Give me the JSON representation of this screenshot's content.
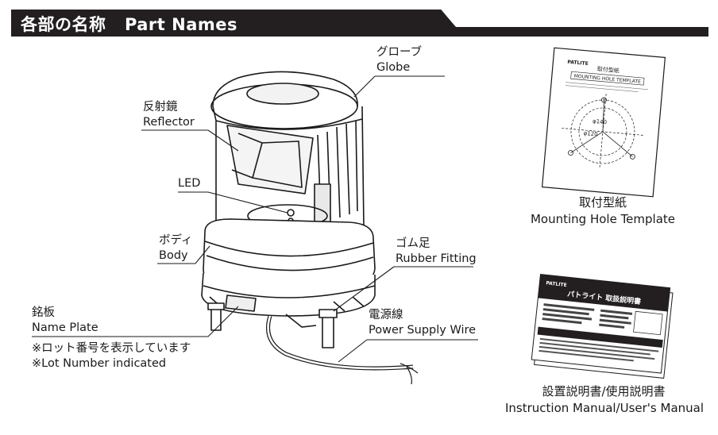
{
  "header": {
    "title_ja": "各部の名称",
    "title_en": "Part Names"
  },
  "labels": {
    "globe": {
      "ja": "グローブ",
      "en": "Globe"
    },
    "reflector": {
      "ja": "反射鏡",
      "en": "Reflector"
    },
    "led": {
      "en": "LED"
    },
    "body": {
      "ja": "ボディ",
      "en": "Body"
    },
    "rubber": {
      "ja": "ゴム足",
      "en": "Rubber Fitting"
    },
    "nameplate": {
      "ja": "銘板",
      "en": "Name Plate"
    },
    "wire": {
      "ja": "電源線",
      "en": "Power Supply Wire"
    }
  },
  "note": {
    "ja": "※ロット番号を表示しています",
    "en": "※Lot Number indicated"
  },
  "template": {
    "caption_ja": "取付型紙",
    "caption_en": "Mounting Hole Template",
    "sheet": {
      "brand": "PATLITE",
      "title_ja": "取付型紙",
      "title_en": "MOUNTING HOLE TEMPLATE",
      "dim1": "φ140",
      "dim2": "φ120"
    }
  },
  "manual": {
    "caption": "設置説明書/使用説明書",
    "caption_en": "Instruction Manual/User's Manual",
    "cover": {
      "brand": "PATLITE",
      "title": "パトライト 取扱説明書"
    }
  },
  "colors": {
    "header_bg": "#231f20",
    "line": "#1a1a1a"
  }
}
